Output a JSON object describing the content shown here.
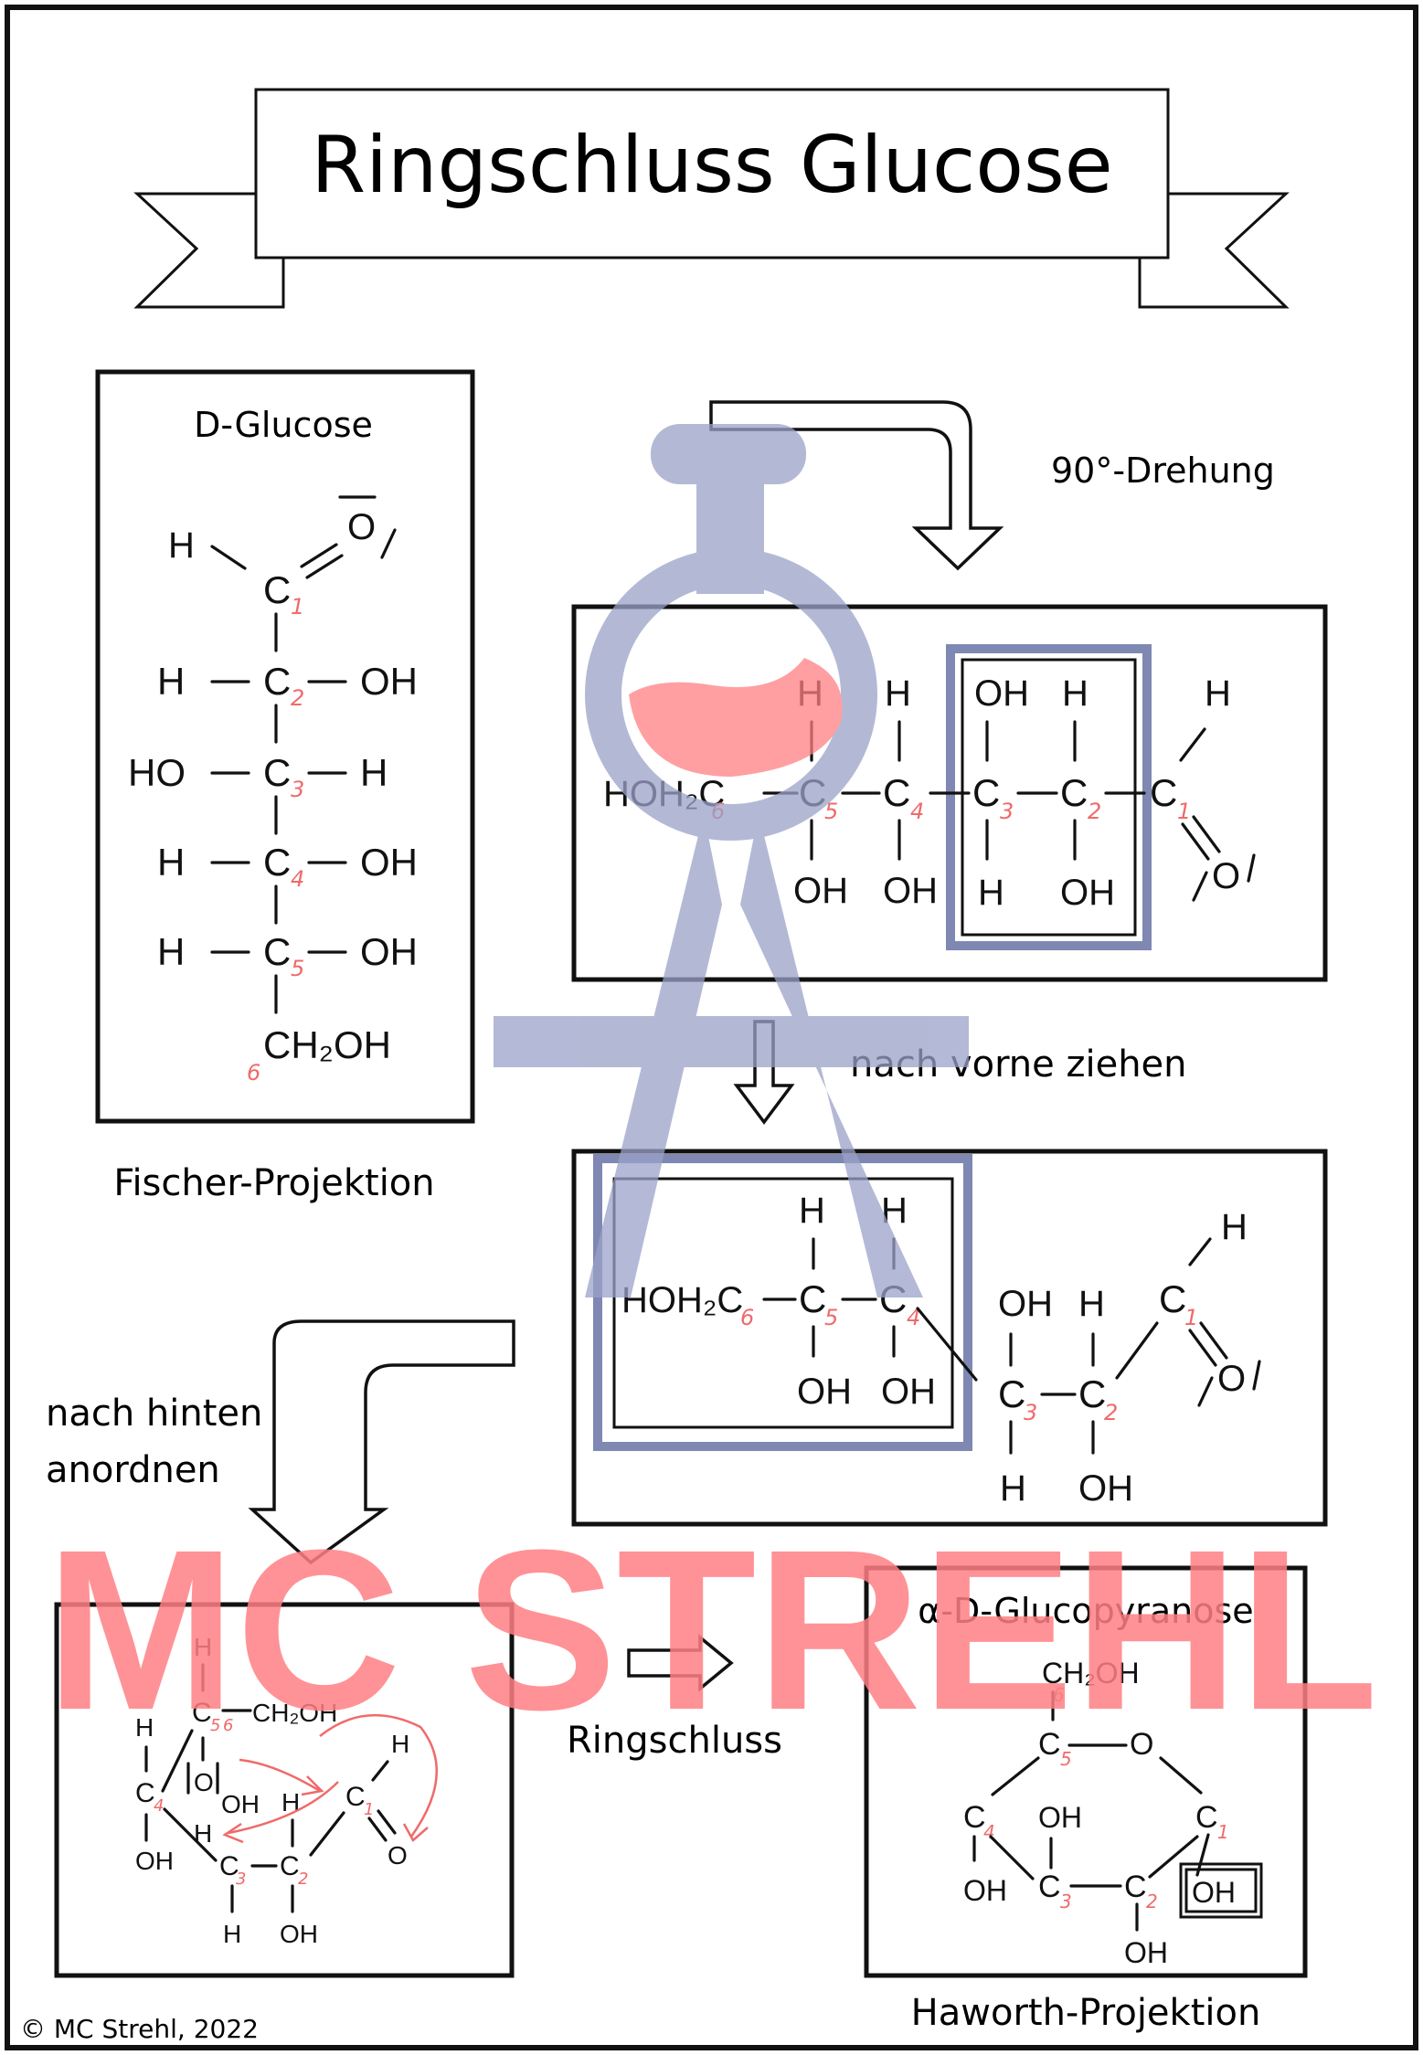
{
  "title": "Ringschluss Glucose",
  "fischer": {
    "heading": "D-Glucose",
    "caption": "Fischer-Projektion",
    "atoms": {
      "h_top": "H",
      "c": "C",
      "o": "O",
      "h": "H",
      "oh": "OH",
      "ho": "HO",
      "ch2oh": "CH₂OH"
    },
    "numbers": [
      "1",
      "2",
      "3",
      "4",
      "5",
      "6"
    ]
  },
  "rotation": {
    "label": "90°-Drehung"
  },
  "chain": {
    "hoh2c": "HOH₂C",
    "c": "C",
    "h": "H",
    "oh": "OH",
    "o": "O",
    "numbers": [
      "6",
      "5",
      "4",
      "3",
      "2",
      "1"
    ]
  },
  "pull": {
    "label": "nach vorne ziehen"
  },
  "arrange": {
    "line1": "nach hinten",
    "line2": "anordnen"
  },
  "intermediate": {
    "c": "C",
    "h": "H",
    "oh": "OH",
    "o": "O",
    "ch2oh": "CH₂OH",
    "numbers": [
      "1",
      "2",
      "3",
      "4",
      "5",
      "6"
    ]
  },
  "ringclosure": {
    "label": "Ringschluss"
  },
  "haworth": {
    "heading": "α-D-Glucopyranose",
    "caption": "Haworth-Projektion",
    "c": "C",
    "o": "O",
    "oh": "OH",
    "ch2oh": "CH₂OH",
    "numbers": [
      "1",
      "2",
      "3",
      "4",
      "5",
      "6"
    ]
  },
  "watermark": {
    "text": "MC STREHL"
  },
  "copyright": "© MC Strehl, 2022",
  "colors": {
    "accent_red": "#f06a6a",
    "highlight_blue": "#7f87b3",
    "ink": "#111111"
  }
}
